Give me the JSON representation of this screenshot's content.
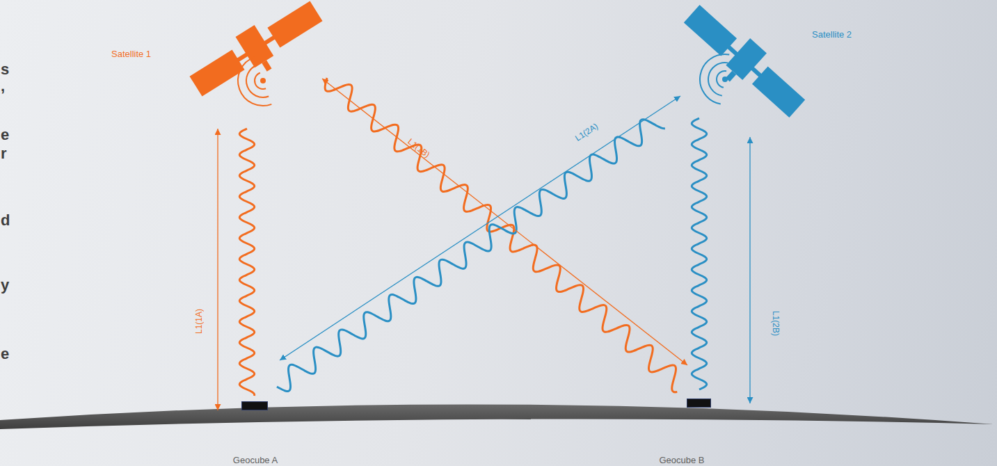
{
  "diagram": {
    "nodes": [
      {
        "text": [
          "Satellite 1"
        ]
      },
      {
        "text": [
          "Satellite 2"
        ]
      },
      {
        "text": [
          "Geocube A"
        ]
      },
      {
        "text": [
          "Geocube B"
        ]
      }
    ],
    "edges": [
      {
        "from": 0,
        "to": 2,
        "label": "L1(1A)",
        "arrow": "both"
      },
      {
        "from": 0,
        "to": 3,
        "label": "L1(1B)",
        "arrow": "both"
      },
      {
        "from": 1,
        "to": 2,
        "label": "L1(2A)",
        "arrow": "both"
      },
      {
        "from": 1,
        "to": 3,
        "label": "L1(2B)",
        "arrow": "both"
      }
    ],
    "labels": [
      "s",
      ",",
      "e",
      "r",
      "d",
      "y",
      "e"
    ]
  }
}
